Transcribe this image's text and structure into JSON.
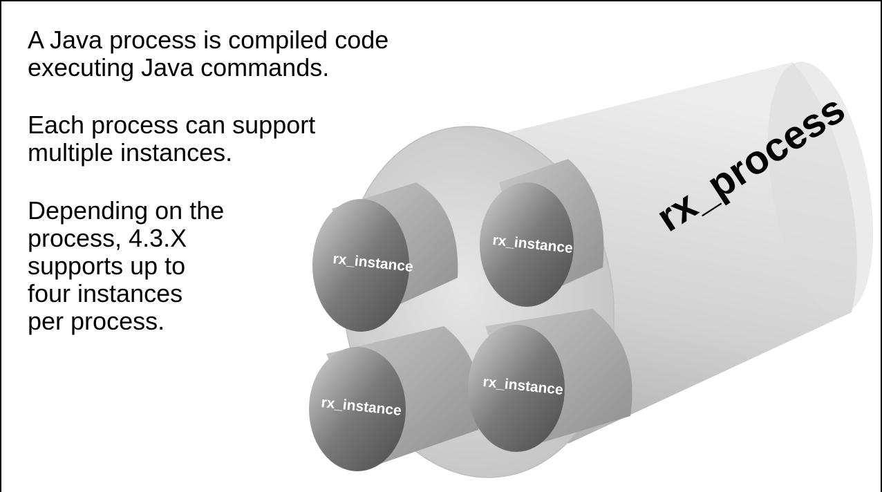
{
  "text": {
    "para1": "A Java process is compiled code\nexecuting Java commands.",
    "para2": "Each process can support\nmultiple instances.",
    "para3": "Depending on the\nprocess, 4.3.X\nsupports up to\nfour instances\nper process."
  },
  "diagram": {
    "process_label": "rx_process",
    "instances": [
      {
        "label": "rx_instance"
      },
      {
        "label": "rx_instance"
      },
      {
        "label": "rx_instance"
      },
      {
        "label": "rx_instance"
      }
    ]
  }
}
